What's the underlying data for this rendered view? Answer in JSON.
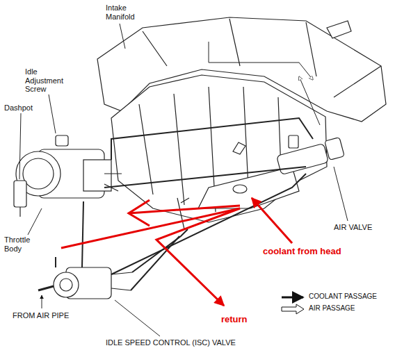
{
  "diagram": {
    "labels": [
      "Intake Manifold",
      "Idle Adjustment Screw",
      "Dashpot",
      "Throttle Body",
      "AIR VALVE",
      "coolant from head",
      "return",
      "FROM AIR PIPE",
      "IDLE SPEED CONTROL (ISC) VALVE"
    ],
    "legend": [
      {
        "text": "COOLANT PASSAGE"
      },
      {
        "text": "AIR PASSAGE"
      }
    ]
  }
}
